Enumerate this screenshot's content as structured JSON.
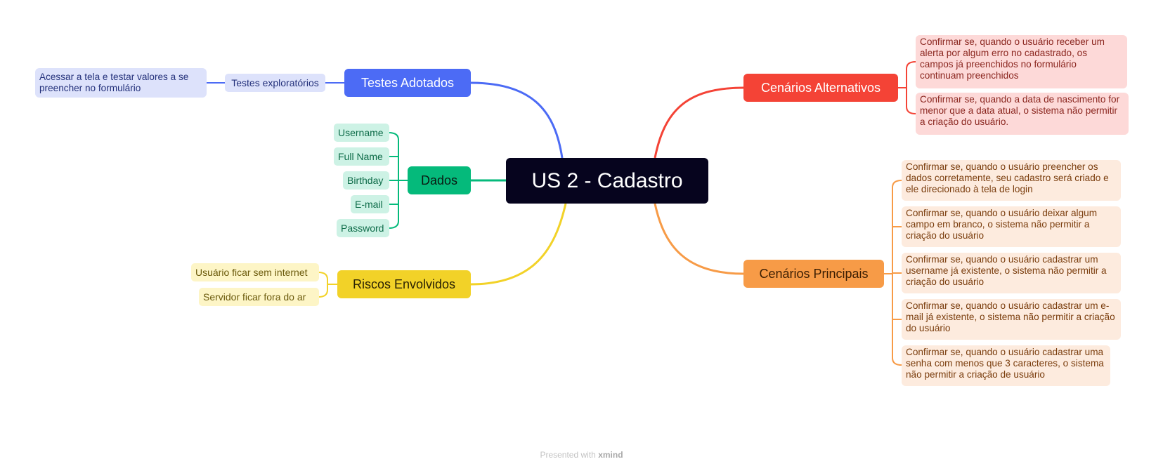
{
  "root": {
    "title": "US 2 - Cadastro"
  },
  "colors": {
    "root": "#06041e",
    "testes": "#4c6bf5",
    "testes_light": "#dde2fb",
    "dados": "#05ba7b",
    "dados_light": "#cdf2e5",
    "riscos": "#f2d228",
    "riscos_light": "#fdf5c6",
    "alternativos": "#f44336",
    "alternativos_light": "#fdd9d8",
    "principais": "#f79b47",
    "principais_light": "#fdebde"
  },
  "testes": {
    "label": "Testes Adotados",
    "child": "Testes exploratórios",
    "grandchild": "Acessar a tela e testar valores a se preencher no formulário"
  },
  "dados": {
    "label": "Dados",
    "items": [
      "Username",
      "Full Name",
      "Birthday",
      "E-mail",
      "Password"
    ]
  },
  "riscos": {
    "label": "Riscos Envolvidos",
    "items": [
      "Usuário ficar sem internet",
      "Servidor ficar fora do ar"
    ]
  },
  "alternativos": {
    "label": "Cenários Alternativos",
    "items": [
      "Confirmar se, quando o usuário receber um alerta por algum erro no cadastrado, os campos já preenchidos no formulário continuam preenchidos",
      "Confirmar se, quando a data de nascimento for menor que a data atual, o sistema não permitir a criação do usuário."
    ]
  },
  "principais": {
    "label": "Cenários Principais",
    "items": [
      "Confirmar se, quando o usuário preencher os dados corretamente, seu cadastro será criado e ele direcionado à tela de login",
      "Confirmar se, quando o usuário deixar algum campo em branco, o sistema não permitir a criação do usuário",
      "Confirmar se, quando o usuário cadastrar um username já existente, o sistema não permitir a criação do usuário",
      "Confirmar se, quando o usuário cadastrar um e-mail já existente, o sistema não permitir a criação do usuário",
      "Confirmar se, quando o usuário cadastrar uma senha com menos que 3 caracteres, o sistema não permitir a criação de usuário"
    ]
  },
  "footer": {
    "prefix": "Presented with",
    "brand": "xmind"
  }
}
